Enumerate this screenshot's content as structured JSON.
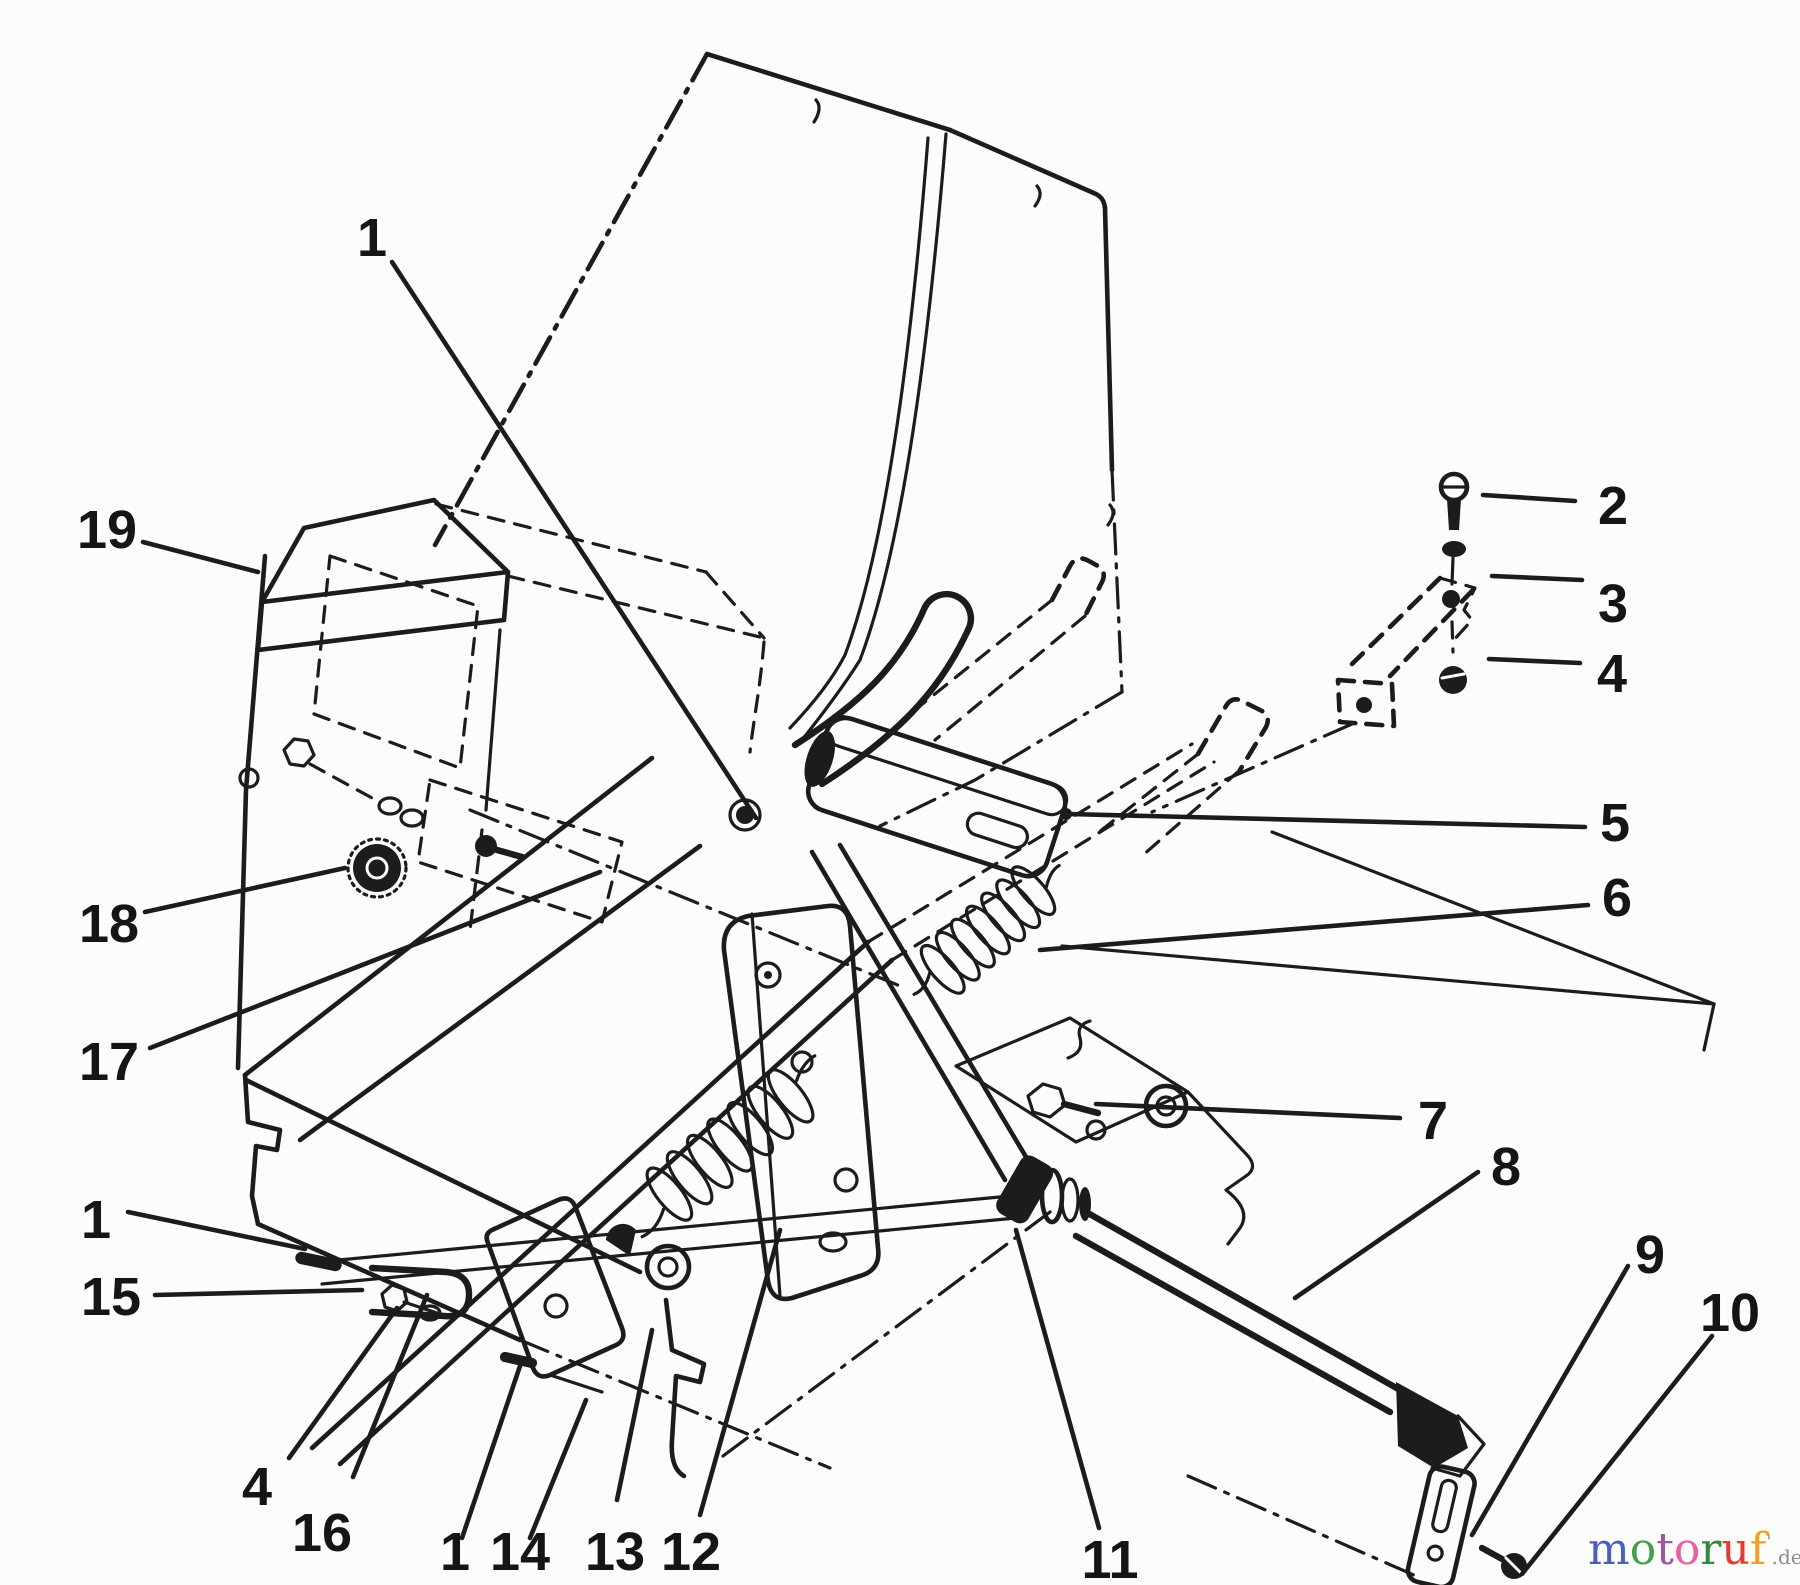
{
  "diagram": {
    "callouts": [
      {
        "id": "callout-1-top",
        "label": "1"
      },
      {
        "id": "callout-2",
        "label": "2"
      },
      {
        "id": "callout-3",
        "label": "3"
      },
      {
        "id": "callout-4-right",
        "label": "4"
      },
      {
        "id": "callout-5",
        "label": "5"
      },
      {
        "id": "callout-6",
        "label": "6"
      },
      {
        "id": "callout-7",
        "label": "7"
      },
      {
        "id": "callout-8",
        "label": "8"
      },
      {
        "id": "callout-9",
        "label": "9"
      },
      {
        "id": "callout-10",
        "label": "10"
      },
      {
        "id": "callout-11",
        "label": "11"
      },
      {
        "id": "callout-12",
        "label": "12"
      },
      {
        "id": "callout-13",
        "label": "13"
      },
      {
        "id": "callout-14",
        "label": "14"
      },
      {
        "id": "callout-1-bottom",
        "label": "1"
      },
      {
        "id": "callout-15",
        "label": "15"
      },
      {
        "id": "callout-16",
        "label": "16"
      },
      {
        "id": "callout-4-bottom",
        "label": "4"
      },
      {
        "id": "callout-1-left",
        "label": "1"
      },
      {
        "id": "callout-17",
        "label": "17"
      },
      {
        "id": "callout-18",
        "label": "18"
      },
      {
        "id": "callout-19",
        "label": "19"
      }
    ]
  },
  "watermark": {
    "letters": [
      {
        "ch": "m",
        "color": "#4a5fc1"
      },
      {
        "ch": "o",
        "color": "#43a047"
      },
      {
        "ch": "t",
        "color": "#9c56a5"
      },
      {
        "ch": "o",
        "color": "#ea5fa2"
      },
      {
        "ch": "r",
        "color": "#2e8b3d"
      },
      {
        "ch": "u",
        "color": "#e53935"
      },
      {
        "ch": "f",
        "color": "#f59f1e"
      }
    ],
    "mark": "'",
    "mark_color": "#9e9e9e",
    "suffix": ".de",
    "suffix_color": "#8d8d8d"
  },
  "colors": {
    "ink": "#1c1c1c",
    "background": "#fcfcfa"
  }
}
